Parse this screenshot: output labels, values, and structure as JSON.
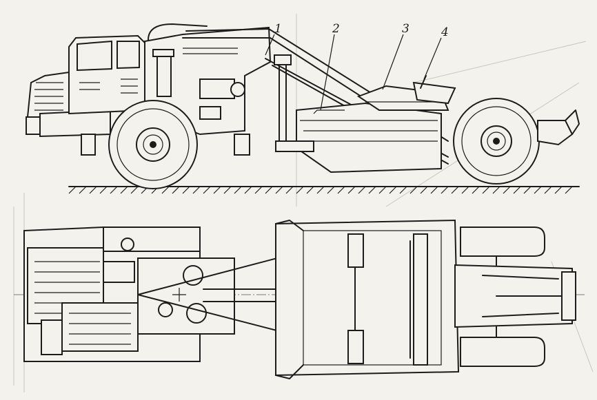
{
  "figure": {
    "callouts": [
      {
        "id": "1",
        "text": "1"
      },
      {
        "id": "2",
        "text": "2"
      },
      {
        "id": "3",
        "text": "3"
      },
      {
        "id": "4",
        "text": "4"
      }
    ],
    "colors": {
      "ink": "#1c1c1c",
      "paper": "#f4f2ec"
    },
    "views": [
      "side-elevation",
      "plan-view"
    ]
  }
}
